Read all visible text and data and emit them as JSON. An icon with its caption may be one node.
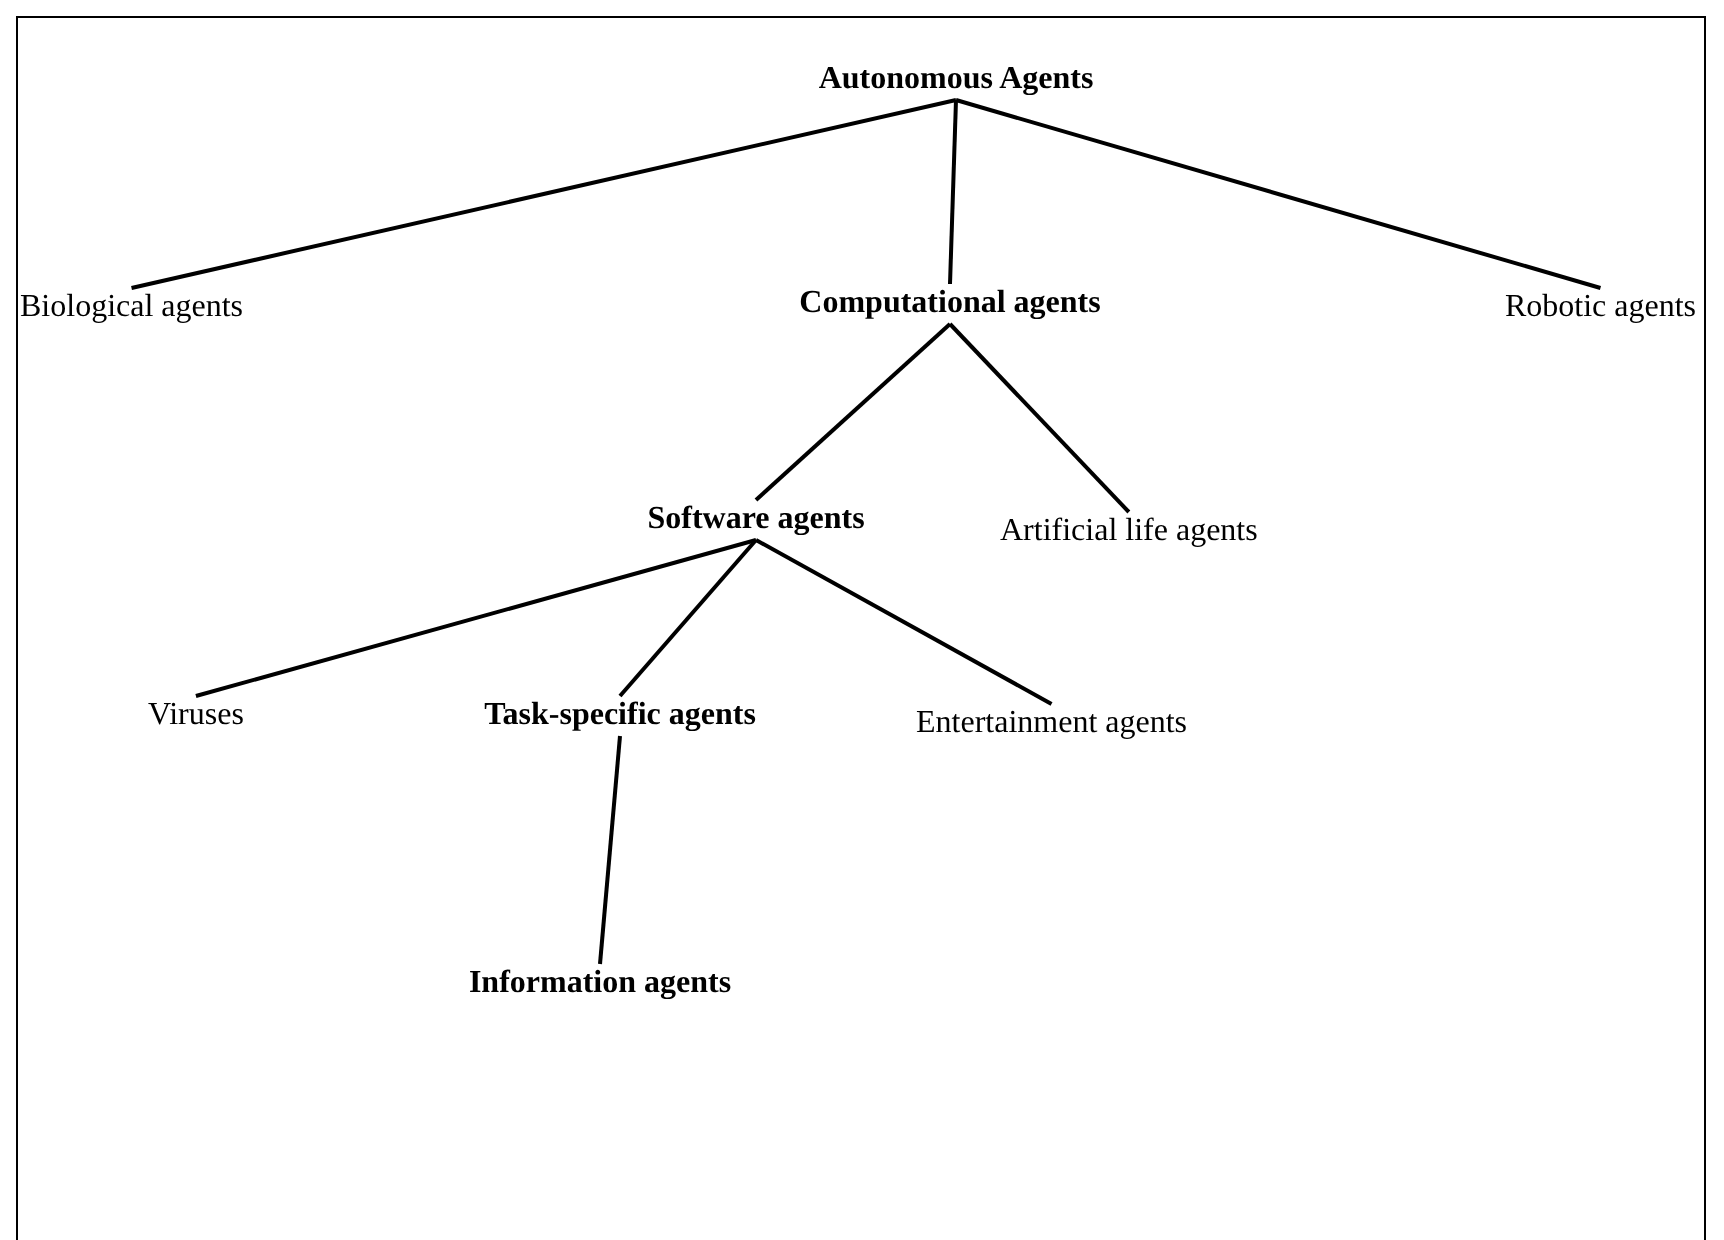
{
  "diagram": {
    "nodes": [
      {
        "text": [
          "Autonomous Agents"
        ]
      },
      {
        "text": [
          "Biological agents"
        ]
      },
      {
        "text": [
          "Computational agents"
        ]
      },
      {
        "text": [
          "Robotic agents"
        ]
      },
      {
        "text": [
          "Software agents"
        ]
      },
      {
        "text": [
          "Artificial life agents"
        ]
      },
      {
        "text": [
          "Viruses"
        ]
      },
      {
        "text": [
          "Task-specific agents"
        ]
      },
      {
        "text": [
          "Entertainment agents"
        ]
      },
      {
        "text": [
          "Information agents"
        ]
      }
    ],
    "edges": [
      {
        "from": 0,
        "to": 1,
        "arrow": "none"
      },
      {
        "from": 0,
        "to": 2,
        "arrow": "none"
      },
      {
        "from": 0,
        "to": 3,
        "arrow": "none"
      },
      {
        "from": 2,
        "to": 4,
        "arrow": "none"
      },
      {
        "from": 2,
        "to": 5,
        "arrow": "none"
      },
      {
        "from": 4,
        "to": 6,
        "arrow": "none"
      },
      {
        "from": 4,
        "to": 7,
        "arrow": "none"
      },
      {
        "from": 4,
        "to": 8,
        "arrow": "none"
      },
      {
        "from": 7,
        "to": 9,
        "arrow": "none"
      }
    ]
  }
}
